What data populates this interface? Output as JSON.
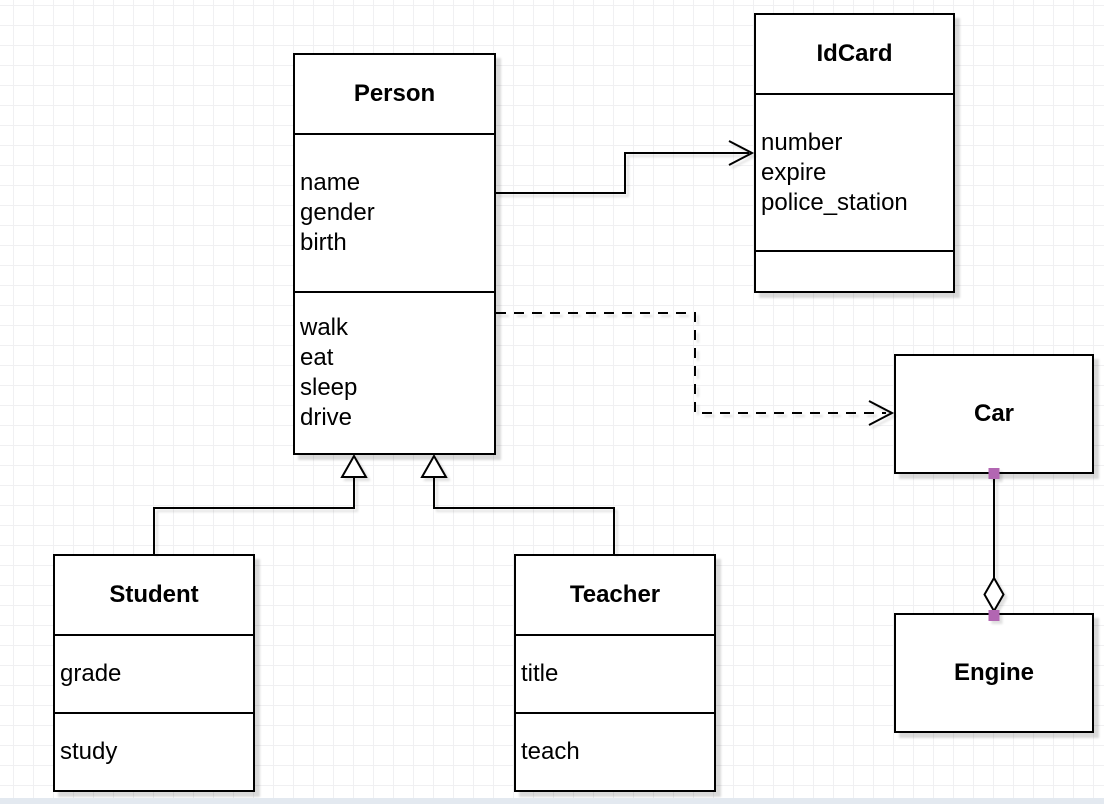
{
  "diagram": {
    "type": "uml-class-diagram",
    "classes": {
      "person": {
        "name": "Person",
        "attributes": [
          "name",
          "gender",
          "birth"
        ],
        "methods": [
          "walk",
          "eat",
          "sleep",
          "drive"
        ]
      },
      "idcard": {
        "name": "IdCard",
        "attributes": [
          "number",
          "expire",
          "police_station"
        ],
        "methods": []
      },
      "car": {
        "name": "Car",
        "attributes": [],
        "methods": []
      },
      "engine": {
        "name": "Engine",
        "attributes": [],
        "methods": []
      },
      "student": {
        "name": "Student",
        "attributes": [
          "grade"
        ],
        "methods": [
          "study"
        ]
      },
      "teacher": {
        "name": "Teacher",
        "attributes": [
          "title"
        ],
        "methods": [
          "teach"
        ]
      }
    },
    "relationships": [
      {
        "from": "Person",
        "to": "IdCard",
        "type": "association",
        "line": "solid",
        "arrow": "open"
      },
      {
        "from": "Person",
        "to": "Car",
        "type": "dependency",
        "line": "dashed",
        "arrow": "open"
      },
      {
        "from": "Student",
        "to": "Person",
        "type": "generalization",
        "line": "solid",
        "arrow": "hollow-triangle"
      },
      {
        "from": "Teacher",
        "to": "Person",
        "type": "generalization",
        "line": "solid",
        "arrow": "hollow-triangle"
      },
      {
        "from": "Car",
        "to": "Engine",
        "type": "aggregation",
        "line": "solid",
        "arrow": "hollow-diamond"
      }
    ],
    "colors": {
      "shape_stroke": "#000000",
      "shape_fill": "#ffffff",
      "grid_line": "#f0f0f2",
      "connection_point": "#b266b2",
      "canvas_bottom_edge": "#e3e9f0"
    }
  }
}
